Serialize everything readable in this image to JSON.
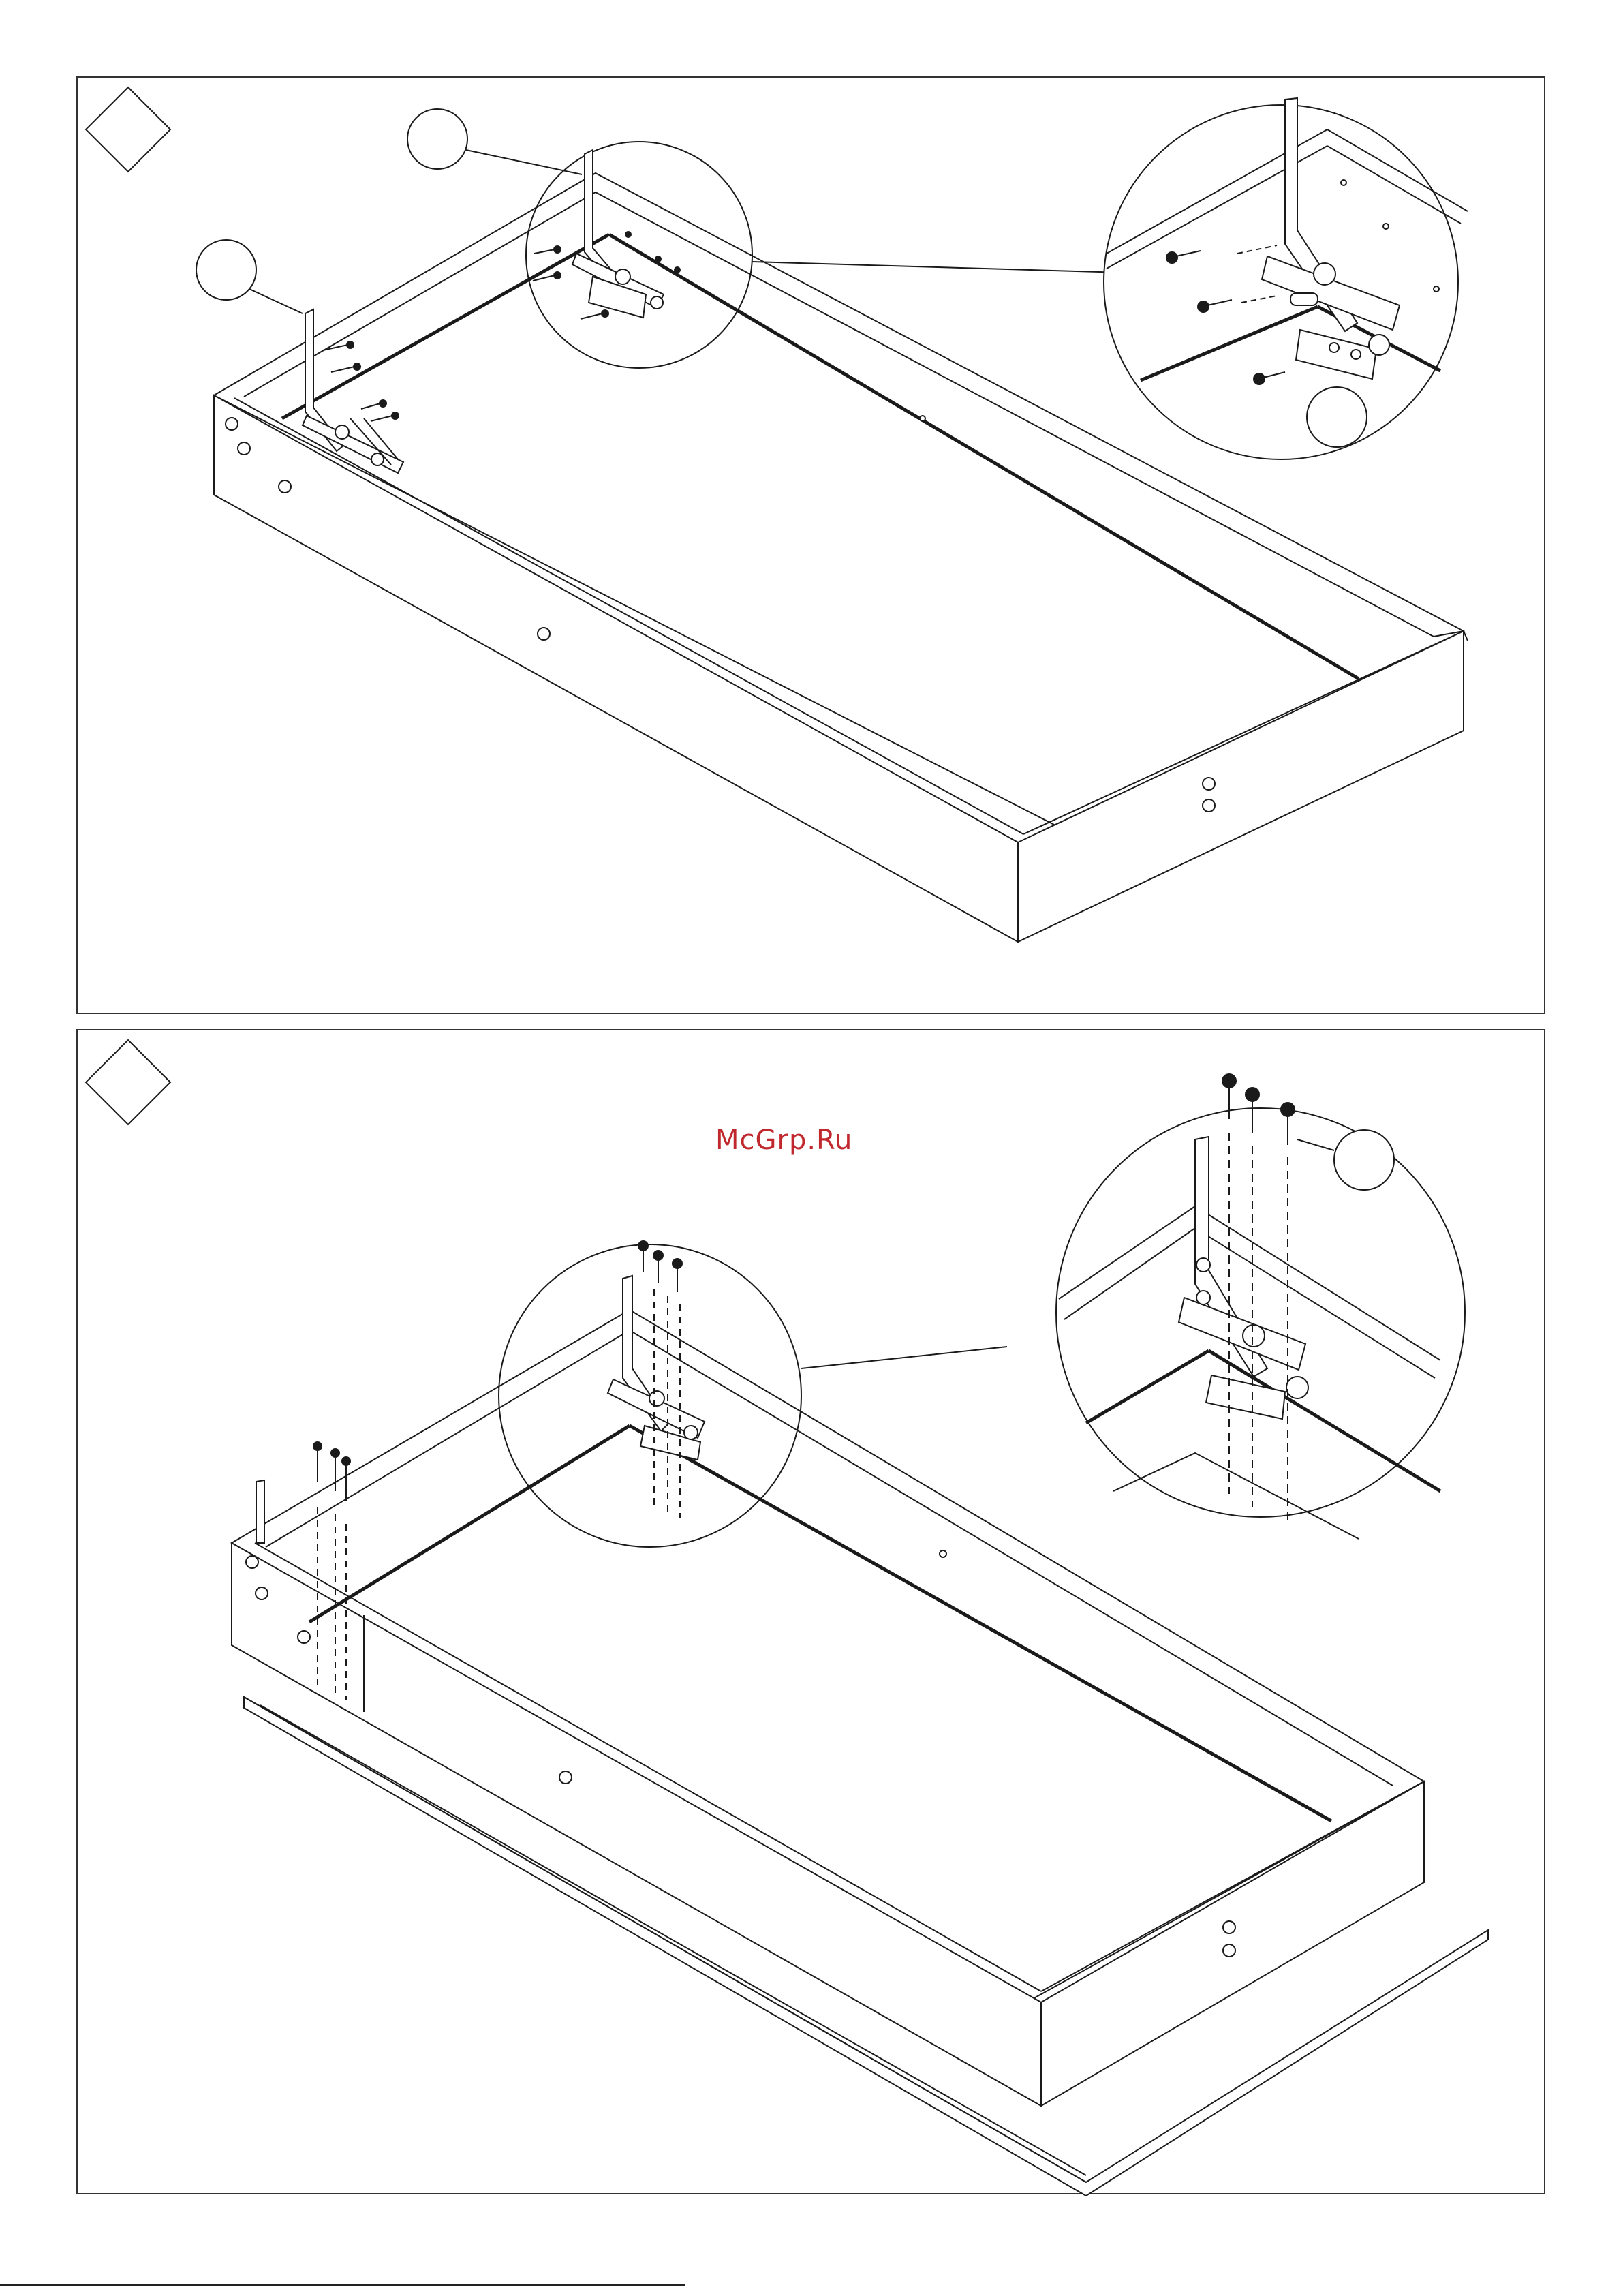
{
  "watermark": {
    "text": "McGrp.Ru",
    "color": "#c0282d"
  },
  "steps": [
    {
      "badge_icon": "step-diamond-icon",
      "callouts": 3,
      "detail_view": "magnified-hinge-detail"
    },
    {
      "badge_icon": "step-diamond-icon",
      "callouts": 1,
      "detail_view": "magnified-screw-detail"
    }
  ],
  "colors": {
    "line": "#1a1a1a",
    "background": "#ffffff"
  }
}
